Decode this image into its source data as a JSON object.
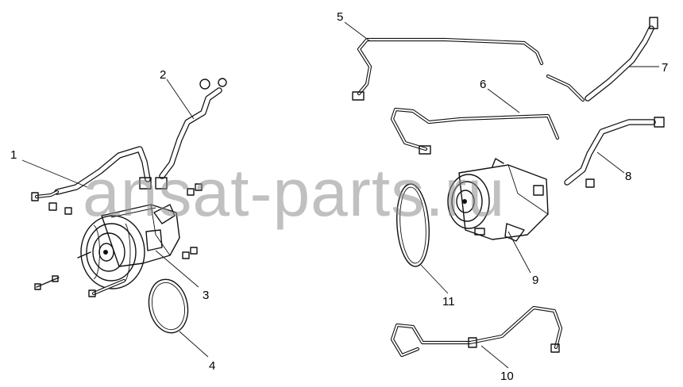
{
  "watermark": "ansat-parts.ru",
  "callouts": [
    "1",
    "2",
    "3",
    "4",
    "5",
    "6",
    "7",
    "8",
    "9",
    "10",
    "11"
  ]
}
